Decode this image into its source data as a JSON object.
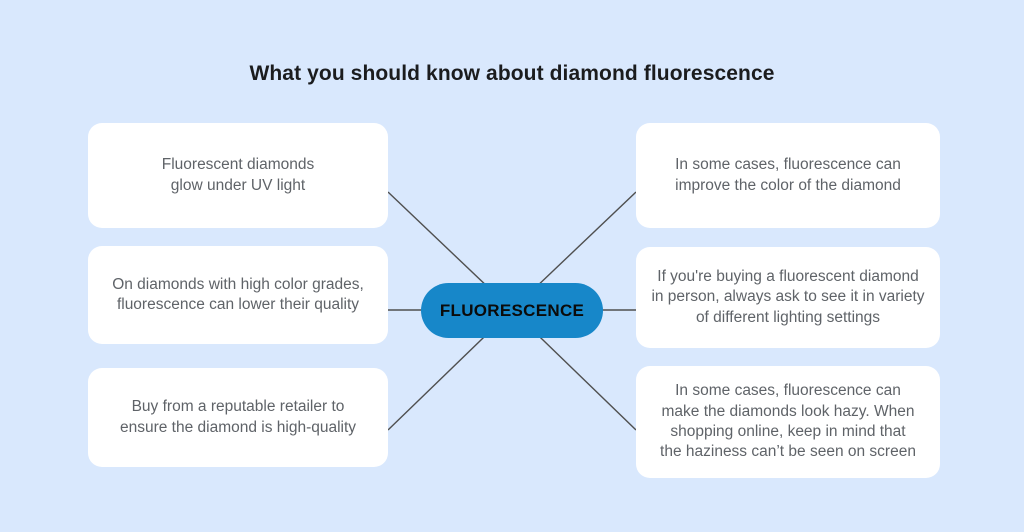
{
  "title": "What you should know about diamond fluorescence",
  "center_node": {
    "label": "FLUORESCENCE",
    "color": "#1787c9"
  },
  "nodes": {
    "left": [
      {
        "text": "Fluorescent diamonds\nglow under UV light"
      },
      {
        "text": "On diamonds with high color grades,\nfluorescence can lower their quality"
      },
      {
        "text": "Buy from a reputable retailer to\nensure the diamond is high-quality"
      }
    ],
    "right": [
      {
        "text": "In some cases, fluorescence can\nimprove the color of the diamond"
      },
      {
        "text": "If you're buying a fluorescent diamond\nin person, always ask to see it in variety\nof different lighting settings"
      },
      {
        "text": "In some cases, fluorescence can\nmake the diamonds look hazy. When\nshopping online, keep in mind that\nthe haziness can’t be seen on screen"
      }
    ]
  },
  "colors": {
    "background": "#d9e8fd",
    "card": "#ffffff",
    "line": "#4f4f4f",
    "card_text": "#5f6368",
    "title_text": "#1b1c1e",
    "center_fill": "#1787c9",
    "center_text": "#0b0b0b"
  }
}
